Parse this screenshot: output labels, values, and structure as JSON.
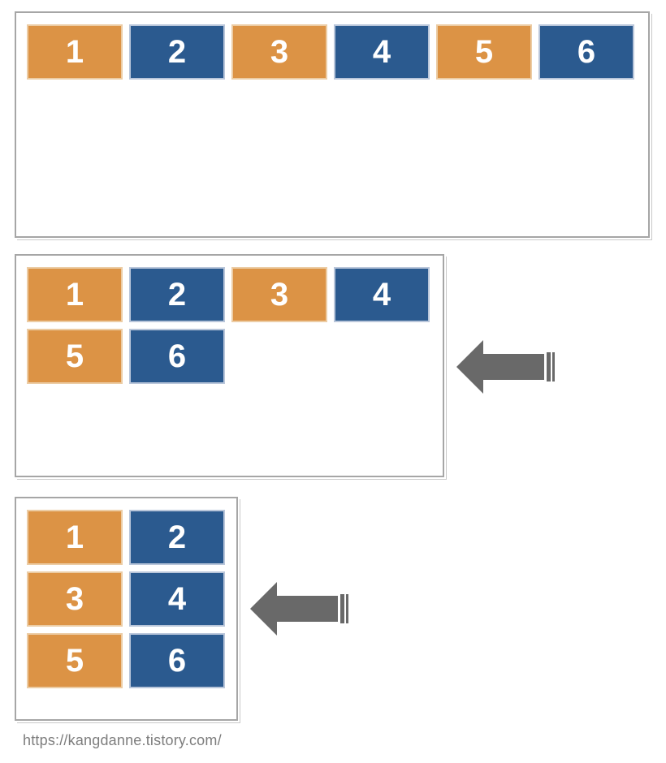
{
  "diagram": {
    "description_hint": "flex-wrap demonstration: same six numbered items reflowing as container narrows",
    "panels": [
      {
        "id": "wide",
        "boxes": [
          {
            "label": "1",
            "color": "orange"
          },
          {
            "label": "2",
            "color": "blue"
          },
          {
            "label": "3",
            "color": "orange"
          },
          {
            "label": "4",
            "color": "blue"
          },
          {
            "label": "5",
            "color": "orange"
          },
          {
            "label": "6",
            "color": "blue"
          }
        ]
      },
      {
        "id": "medium",
        "boxes": [
          {
            "label": "1",
            "color": "orange"
          },
          {
            "label": "2",
            "color": "blue"
          },
          {
            "label": "3",
            "color": "orange"
          },
          {
            "label": "4",
            "color": "blue"
          },
          {
            "label": "5",
            "color": "orange"
          },
          {
            "label": "6",
            "color": "blue"
          }
        ]
      },
      {
        "id": "narrow",
        "boxes": [
          {
            "label": "1",
            "color": "orange"
          },
          {
            "label": "2",
            "color": "blue"
          },
          {
            "label": "3",
            "color": "orange"
          },
          {
            "label": "4",
            "color": "blue"
          },
          {
            "label": "5",
            "color": "orange"
          },
          {
            "label": "6",
            "color": "blue"
          }
        ]
      }
    ],
    "arrows": [
      {
        "direction": "left",
        "points_to_panel": "medium"
      },
      {
        "direction": "left",
        "points_to_panel": "narrow"
      }
    ]
  },
  "footer": {
    "url": "https://kangdanne.tistory.com/"
  },
  "colors": {
    "box_orange": "#dc9345",
    "box_orange_edge": "#eccca4",
    "box_blue": "#2b5a8f",
    "box_blue_edge": "#b9c6da",
    "arrow_gray": "#696969",
    "panel_border": "#a6a6a6",
    "url_gray": "#7d7d7d"
  }
}
